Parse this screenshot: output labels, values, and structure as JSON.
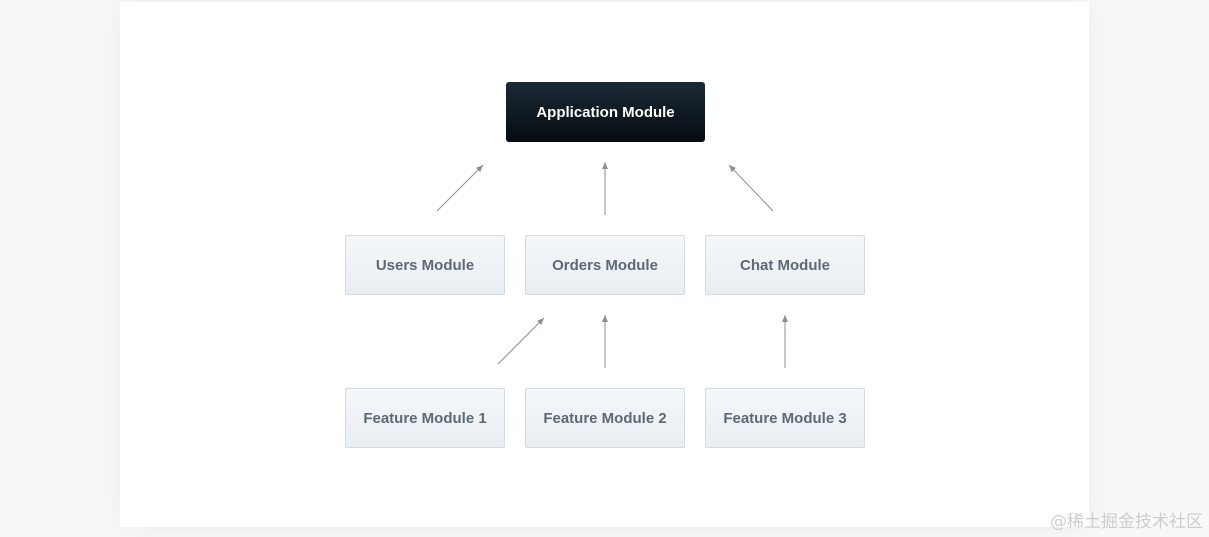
{
  "diagram": {
    "root": "Application Module",
    "level1": [
      "Users Module",
      "Orders Module",
      "Chat Module"
    ],
    "level2": [
      "Feature Module 1",
      "Feature Module 2",
      "Feature Module 3"
    ]
  },
  "watermark": "@稀土掘金技术社区",
  "colors": {
    "root_bg": "#0b1620",
    "module_bg": "#eef2f6",
    "module_text": "#5e6974",
    "arrow": "#8a8f94"
  }
}
